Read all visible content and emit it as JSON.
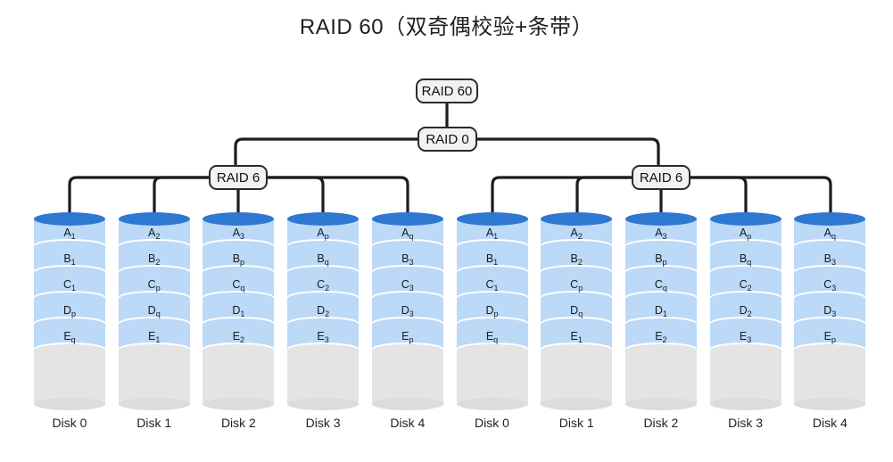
{
  "title": "RAID 60（双奇偶校验+条带）",
  "nodes": {
    "root": "RAID 60",
    "stripe": "RAID 0",
    "group_left": "RAID 6",
    "group_right": "RAID 6"
  },
  "groups": [
    {
      "name": "RAID 6",
      "disks": [
        {
          "label": "Disk 0",
          "blocks": [
            {
              "base": "A",
              "sub": "1"
            },
            {
              "base": "B",
              "sub": "1"
            },
            {
              "base": "C",
              "sub": "1"
            },
            {
              "base": "D",
              "sub": "p"
            },
            {
              "base": "E",
              "sub": "q"
            }
          ]
        },
        {
          "label": "Disk 1",
          "blocks": [
            {
              "base": "A",
              "sub": "2"
            },
            {
              "base": "B",
              "sub": "2"
            },
            {
              "base": "C",
              "sub": "p"
            },
            {
              "base": "D",
              "sub": "q"
            },
            {
              "base": "E",
              "sub": "1"
            }
          ]
        },
        {
          "label": "Disk 2",
          "blocks": [
            {
              "base": "A",
              "sub": "3"
            },
            {
              "base": "B",
              "sub": "p"
            },
            {
              "base": "C",
              "sub": "q"
            },
            {
              "base": "D",
              "sub": "1"
            },
            {
              "base": "E",
              "sub": "2"
            }
          ]
        },
        {
          "label": "Disk 3",
          "blocks": [
            {
              "base": "A",
              "sub": "p"
            },
            {
              "base": "B",
              "sub": "q"
            },
            {
              "base": "C",
              "sub": "2"
            },
            {
              "base": "D",
              "sub": "2"
            },
            {
              "base": "E",
              "sub": "3"
            }
          ]
        },
        {
          "label": "Disk 4",
          "blocks": [
            {
              "base": "A",
              "sub": "q"
            },
            {
              "base": "B",
              "sub": "3"
            },
            {
              "base": "C",
              "sub": "3"
            },
            {
              "base": "D",
              "sub": "3"
            },
            {
              "base": "E",
              "sub": "p"
            }
          ]
        }
      ]
    },
    {
      "name": "RAID 6",
      "disks": [
        {
          "label": "Disk 0",
          "blocks": [
            {
              "base": "A",
              "sub": "1"
            },
            {
              "base": "B",
              "sub": "1"
            },
            {
              "base": "C",
              "sub": "1"
            },
            {
              "base": "D",
              "sub": "p"
            },
            {
              "base": "E",
              "sub": "q"
            }
          ]
        },
        {
          "label": "Disk 1",
          "blocks": [
            {
              "base": "A",
              "sub": "2"
            },
            {
              "base": "B",
              "sub": "2"
            },
            {
              "base": "C",
              "sub": "p"
            },
            {
              "base": "D",
              "sub": "q"
            },
            {
              "base": "E",
              "sub": "1"
            }
          ]
        },
        {
          "label": "Disk 2",
          "blocks": [
            {
              "base": "A",
              "sub": "3"
            },
            {
              "base": "B",
              "sub": "p"
            },
            {
              "base": "C",
              "sub": "q"
            },
            {
              "base": "D",
              "sub": "1"
            },
            {
              "base": "E",
              "sub": "2"
            }
          ]
        },
        {
          "label": "Disk 3",
          "blocks": [
            {
              "base": "A",
              "sub": "p"
            },
            {
              "base": "B",
              "sub": "q"
            },
            {
              "base": "C",
              "sub": "2"
            },
            {
              "base": "D",
              "sub": "2"
            },
            {
              "base": "E",
              "sub": "3"
            }
          ]
        },
        {
          "label": "Disk 4",
          "blocks": [
            {
              "base": "A",
              "sub": "q"
            },
            {
              "base": "B",
              "sub": "3"
            },
            {
              "base": "C",
              "sub": "3"
            },
            {
              "base": "D",
              "sub": "3"
            },
            {
              "base": "E",
              "sub": "p"
            }
          ]
        }
      ]
    }
  ],
  "colors": {
    "disk_top": "#2e78d2",
    "disk_segment": "#bcd9f7",
    "disk_empty": "#e4e4e4",
    "connector": "#1c1c1c",
    "node_fill": "#f2f2f2",
    "node_border": "#2b2b2b",
    "background": "#ffffff"
  }
}
